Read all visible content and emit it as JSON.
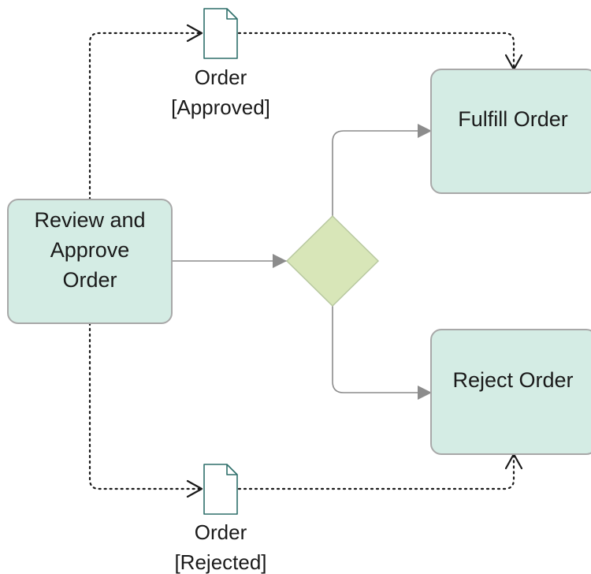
{
  "nodes": {
    "review": {
      "lines": [
        "Review and",
        "Approve",
        "Order"
      ]
    },
    "fulfill": {
      "label": "Fulfill Order"
    },
    "reject": {
      "label": "Reject Order"
    },
    "decision": {}
  },
  "documents": {
    "approved": {
      "lines": [
        "Order",
        "[Approved]"
      ]
    },
    "rejected": {
      "lines": [
        "Order",
        "[Rejected]"
      ]
    }
  },
  "colors": {
    "task_fill": "#d4ece4",
    "task_stroke": "#a8a8a8",
    "decision_fill": "#d8e6b8",
    "decision_stroke": "#b8c8a0",
    "doc_stroke": "#2e6f6a",
    "flow_line": "#8c8c8c",
    "association": "#1a1a1a"
  }
}
